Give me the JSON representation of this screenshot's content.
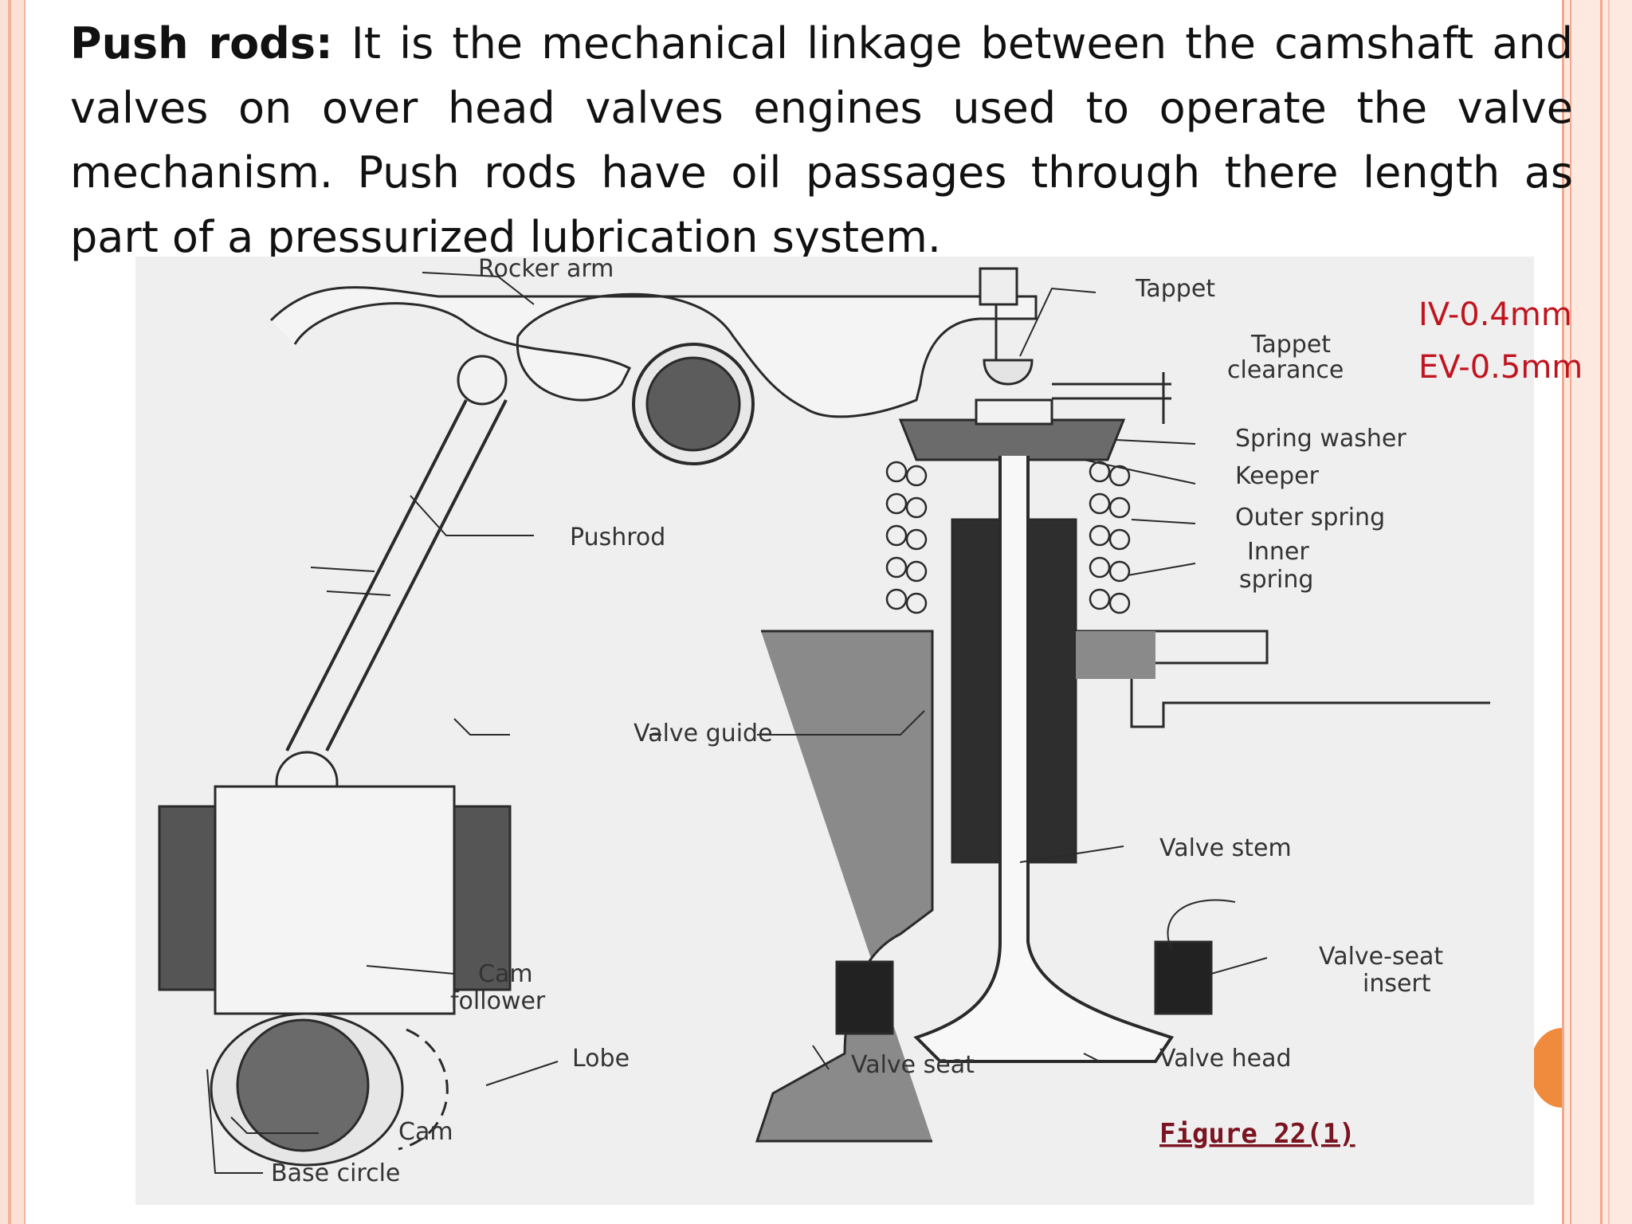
{
  "paragraph": {
    "title": "Push rods:",
    "body": "It is the mechanical linkage between the camshaft and valves on over head valves engines used to operate the valve mechanism. Push rods have oil passages through there length as part of a pressurized lubrication system."
  },
  "clearance_values": {
    "intake": "IV-0.4mm",
    "exhaust": "EV-0.5mm"
  },
  "figure": {
    "labels": {
      "rocker_arm": "Rocker arm",
      "tappet": "Tappet",
      "tappet_clearance_1": "Tappet",
      "tappet_clearance_2": "clearance",
      "spring_washer": "Spring washer",
      "keeper": "Keeper",
      "outer_spring": "Outer spring",
      "inner_spring_1": "Inner",
      "inner_spring_2": "spring",
      "pushrod": "Pushrod",
      "valve_guide": "Valve guide",
      "valve_stem": "Valve stem",
      "cam_follower_1": "Cam",
      "cam_follower_2": "follower",
      "valve_seat_insert_1": "Valve-seat",
      "valve_seat_insert_2": "insert",
      "lobe": "Lobe",
      "valve_seat": "Valve seat",
      "valve_head": "Valve head",
      "cam": "Cam",
      "base_circle": "Base circle"
    },
    "caption": "Figure 22(1)"
  },
  "colors": {
    "accent_red": "#c0141e",
    "caption_maroon": "#7a1420",
    "frame_peach": "#f2a88c",
    "dot_orange": "#f08a3c"
  }
}
